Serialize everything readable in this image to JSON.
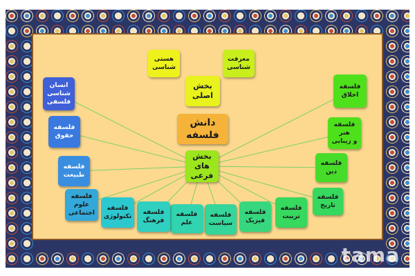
{
  "colors": {
    "frame": "#2b3566",
    "inner": "#fcd98f",
    "center_box": "#f5b33a",
    "line": "#7ccf6a"
  },
  "nodes": {
    "center": "دانش\nفلسفه",
    "main_branch": "بخش\nاصلی",
    "sub_branch": "بخش\nهای\nفرعی",
    "ontology": "هستی\nشناسی",
    "epistemology": "معرفت\nشناسی",
    "ethics": "فلسفه\nاخلاق",
    "art": "فلسفه هنر\nو زیبایی",
    "religion": "فلسفه دین",
    "history": "فلسفه\nتاریخ",
    "education": "فلسفه\nتربیت",
    "physics": "فلسفه\nفیزیک",
    "politics": "فلسفه\nسیاست",
    "science": "فلسفه علم",
    "culture": "فلسفه\nفرهنگ",
    "technology": "فلسفه\nتکنولوژی",
    "social": "فلسفه علوم\nاجتماعی",
    "nature": "فلسفه\nطبیعت",
    "law": "فلسفه\nحقوق",
    "anthropology": "انسان\nشناسی\nفلسفی"
  },
  "watermark": "tama"
}
